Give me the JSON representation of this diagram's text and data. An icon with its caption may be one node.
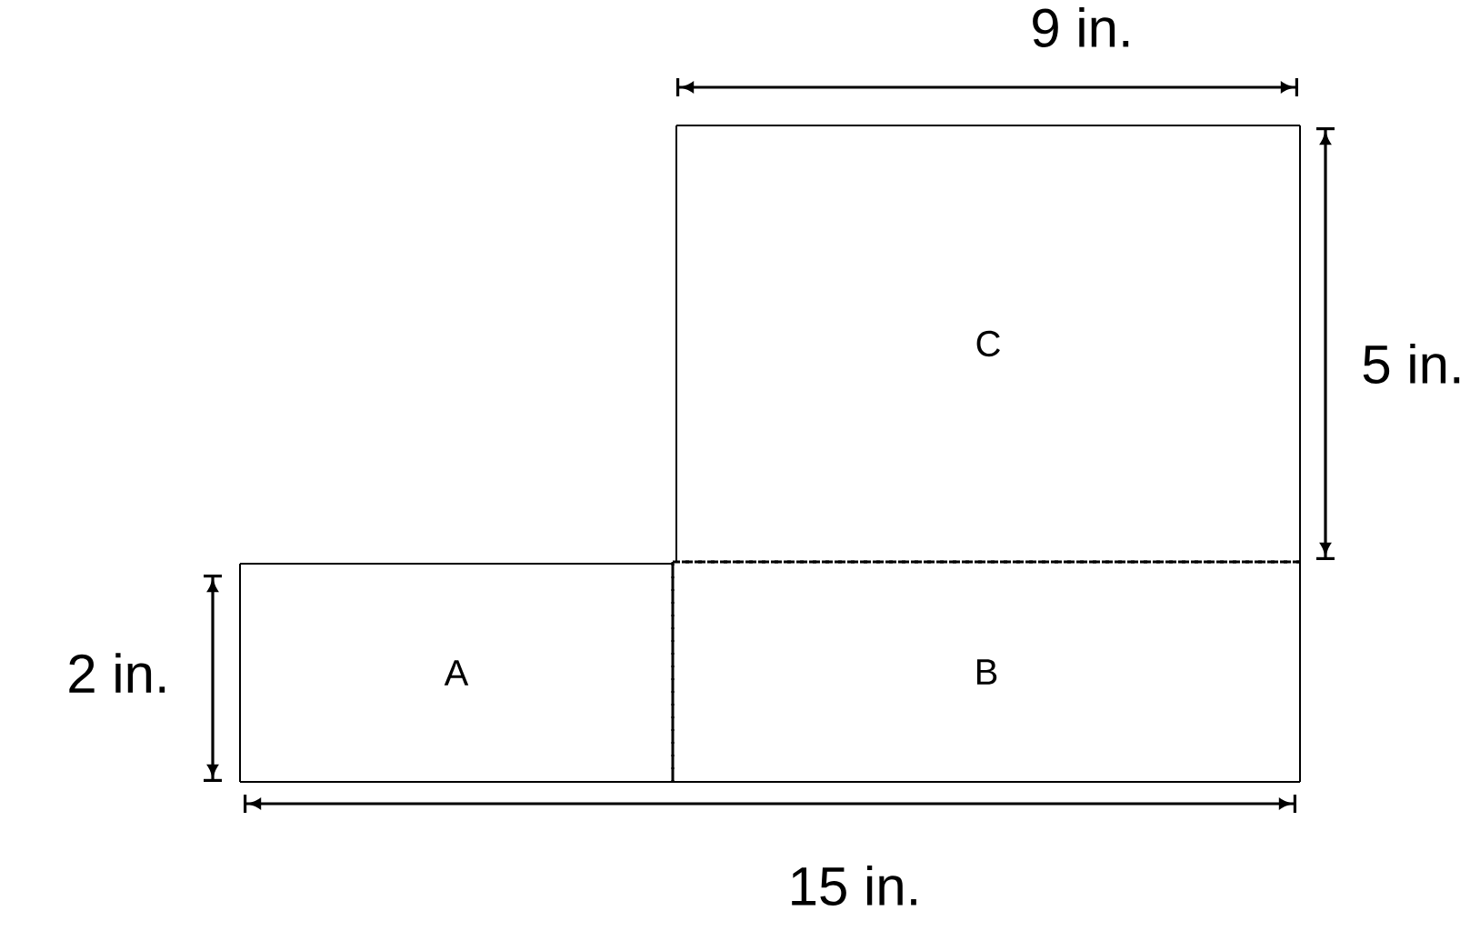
{
  "diagram": {
    "nodes": [
      {
        "text": [
          "C"
        ]
      },
      {
        "text": [
          "A"
        ]
      },
      {
        "text": [
          "B"
        ]
      }
    ],
    "labels": [
      "9 in.",
      "5 in.",
      "2 in.",
      "15 in."
    ]
  }
}
